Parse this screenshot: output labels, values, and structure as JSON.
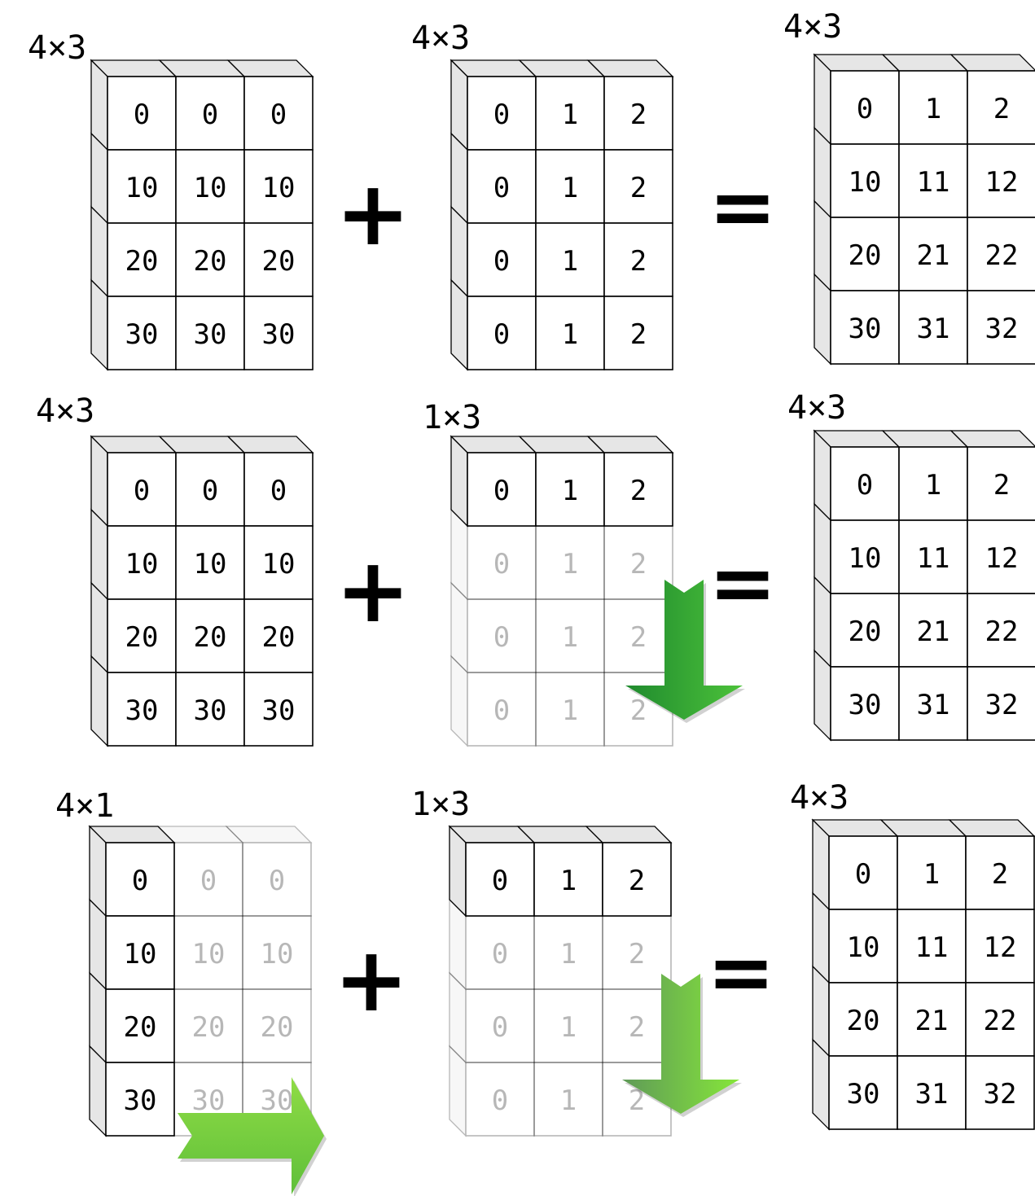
{
  "rows": [
    {
      "left": {
        "shape": "4×3",
        "cells": [
          [
            "0",
            "0",
            "0"
          ],
          [
            "10",
            "10",
            "10"
          ],
          [
            "20",
            "20",
            "20"
          ],
          [
            "30",
            "30",
            "30"
          ]
        ],
        "mode": "full"
      },
      "op1": "+",
      "middle": {
        "shape": "4×3",
        "cells": [
          [
            "0",
            "1",
            "2"
          ],
          [
            "0",
            "1",
            "2"
          ],
          [
            "0",
            "1",
            "2"
          ],
          [
            "0",
            "1",
            "2"
          ]
        ],
        "mode": "full"
      },
      "op2": "=",
      "right": {
        "shape": "4×3",
        "cells": [
          [
            "0",
            "1",
            "2"
          ],
          [
            "10",
            "11",
            "12"
          ],
          [
            "20",
            "21",
            "22"
          ],
          [
            "30",
            "31",
            "32"
          ]
        ],
        "mode": "full"
      }
    },
    {
      "left": {
        "shape": "4×3",
        "cells": [
          [
            "0",
            "0",
            "0"
          ],
          [
            "10",
            "10",
            "10"
          ],
          [
            "20",
            "20",
            "20"
          ],
          [
            "30",
            "30",
            "30"
          ]
        ],
        "mode": "full"
      },
      "op1": "+",
      "middle": {
        "shape": "1×3",
        "cells": [
          [
            "0",
            "1",
            "2"
          ],
          [
            "0",
            "1",
            "2"
          ],
          [
            "0",
            "1",
            "2"
          ],
          [
            "0",
            "1",
            "2"
          ]
        ],
        "mode": "row-broadcast"
      },
      "op2": "=",
      "right": {
        "shape": "4×3",
        "cells": [
          [
            "0",
            "1",
            "2"
          ],
          [
            "10",
            "11",
            "12"
          ],
          [
            "20",
            "21",
            "22"
          ],
          [
            "30",
            "31",
            "32"
          ]
        ],
        "mode": "full"
      }
    },
    {
      "left": {
        "shape": "4×1",
        "cells": [
          [
            "0",
            "0",
            "0"
          ],
          [
            "10",
            "10",
            "10"
          ],
          [
            "20",
            "20",
            "20"
          ],
          [
            "30",
            "30",
            "30"
          ]
        ],
        "mode": "col-broadcast"
      },
      "op1": "+",
      "middle": {
        "shape": "1×3",
        "cells": [
          [
            "0",
            "1",
            "2"
          ],
          [
            "0",
            "1",
            "2"
          ],
          [
            "0",
            "1",
            "2"
          ],
          [
            "0",
            "1",
            "2"
          ]
        ],
        "mode": "row-broadcast"
      },
      "op2": "=",
      "right": {
        "shape": "4×3",
        "cells": [
          [
            "0",
            "1",
            "2"
          ],
          [
            "10",
            "11",
            "12"
          ],
          [
            "20",
            "21",
            "22"
          ],
          [
            "30",
            "31",
            "32"
          ]
        ],
        "mode": "full"
      }
    }
  ],
  "arrows": [
    {
      "name": "broadcast-down-arrow-row2",
      "direction": "down",
      "colors": [
        "#1f8a2e",
        "#4cc23a"
      ]
    },
    {
      "name": "broadcast-down-arrow-row3",
      "direction": "down",
      "colors": [
        "#5f9a58",
        "#86e63a"
      ]
    },
    {
      "name": "broadcast-right-arrow-row3",
      "direction": "right",
      "colors": [
        "#5fbf3a",
        "#8fdc45"
      ]
    }
  ],
  "colors": {
    "active_text": "#000000",
    "ghost_text": "#c8c8c8",
    "cell_fill": "#ffffff",
    "side_fill": "#e6e6e6"
  }
}
